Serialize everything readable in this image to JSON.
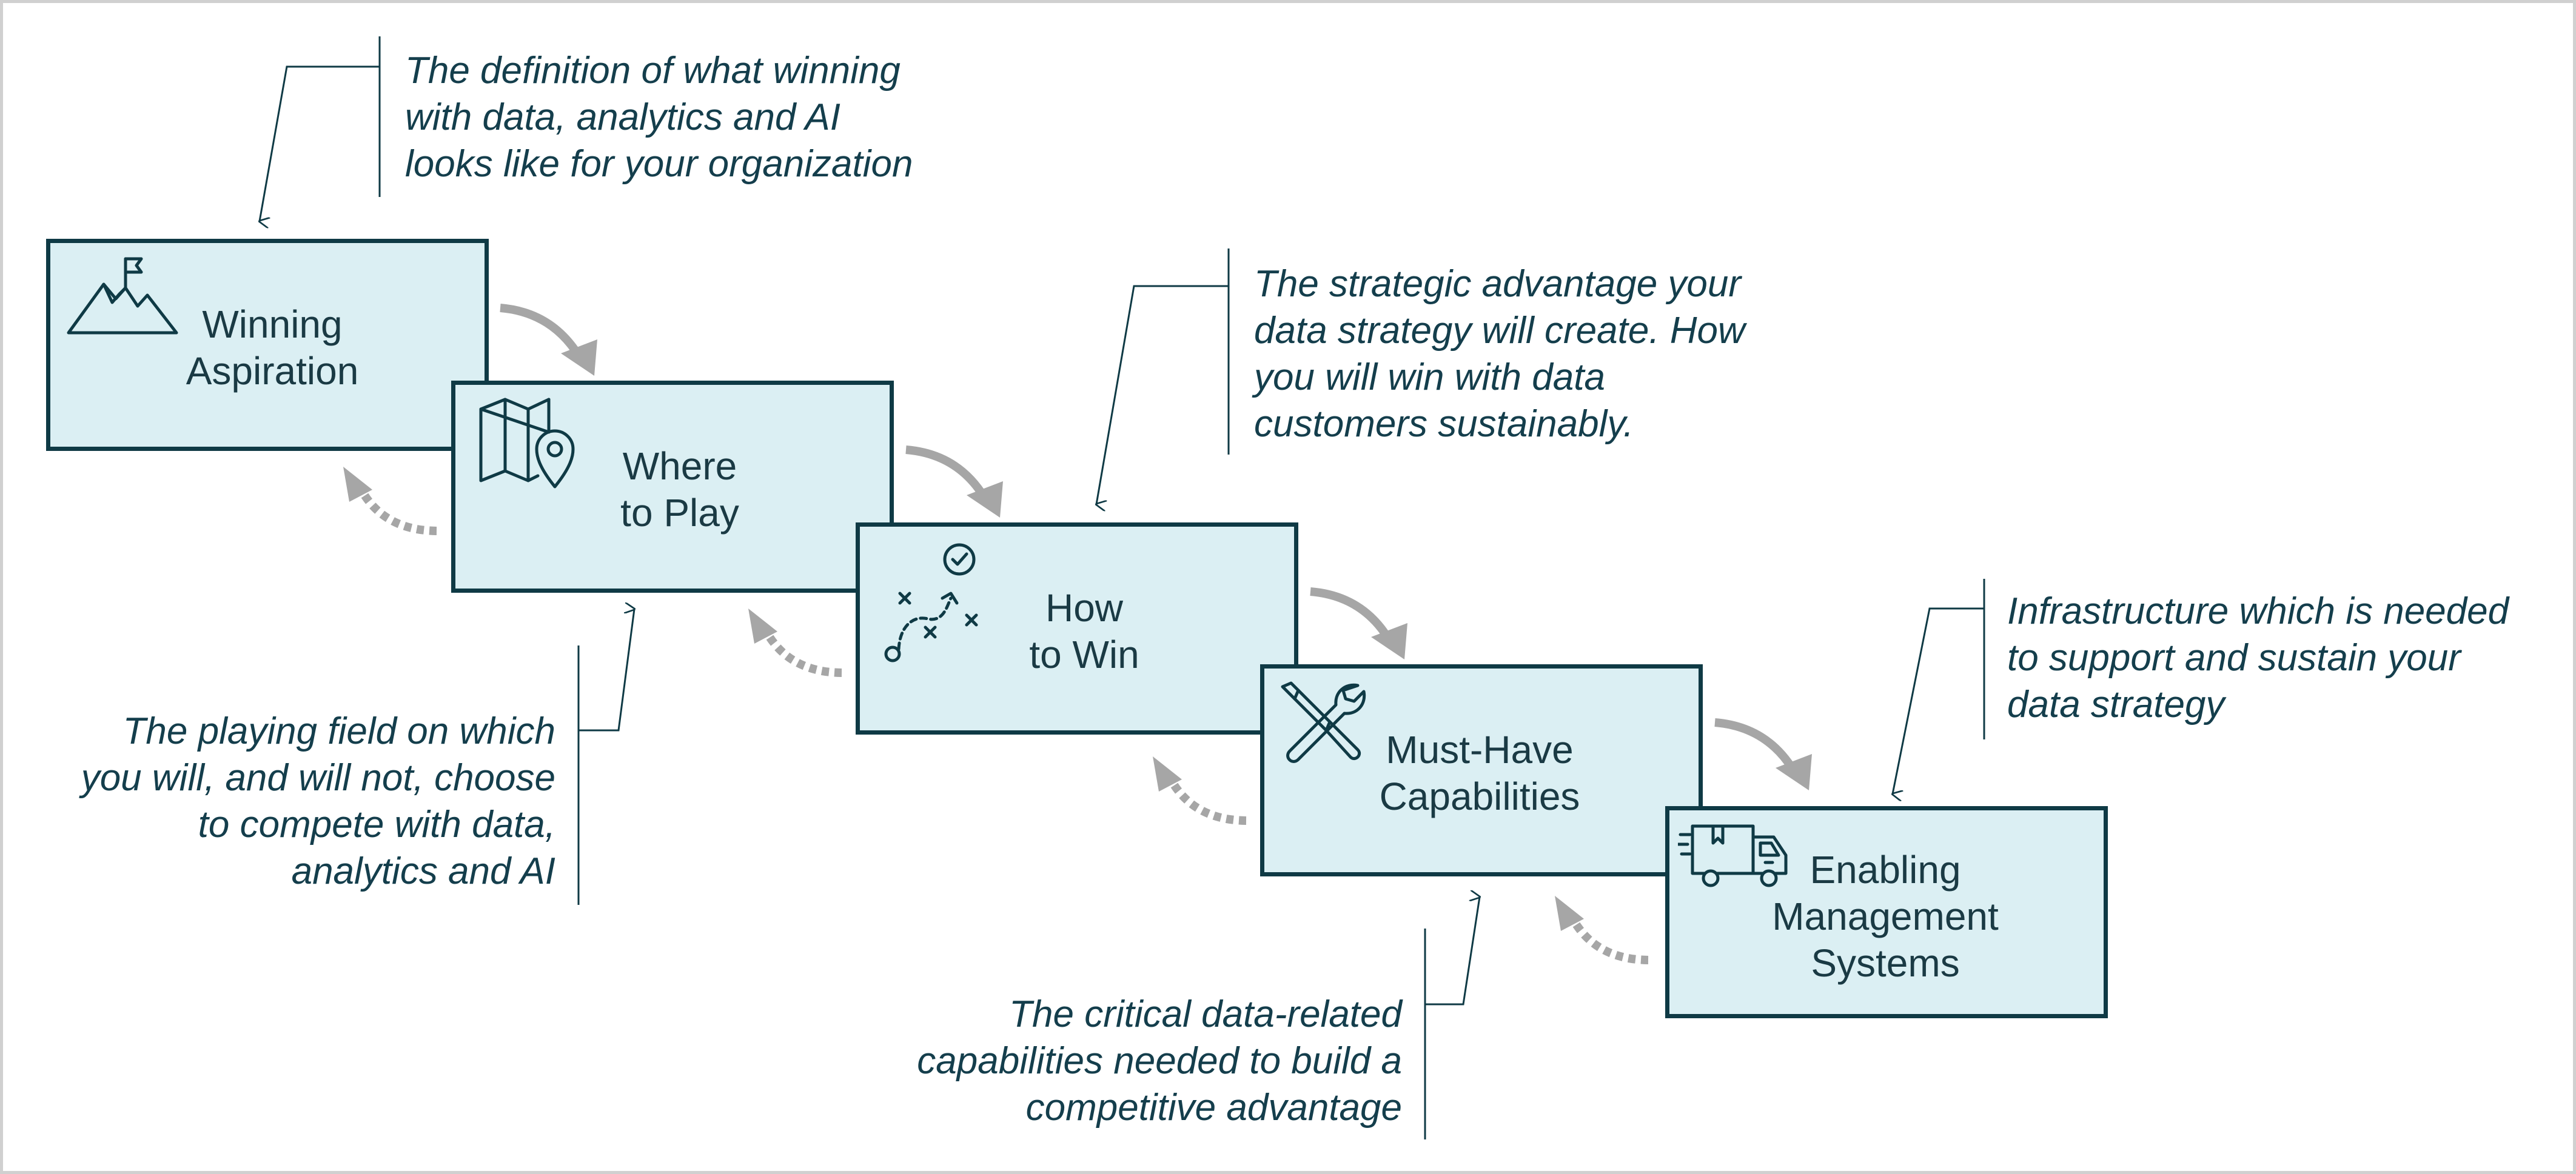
{
  "colors": {
    "box_fill": "#dbeff3",
    "box_border": "#0f3a45",
    "text": "#1a3a44",
    "note_text": "#143e4c",
    "connector_line": "#0f3a45",
    "forward_arrow": "#a6a6a6",
    "feedback_arrow": "#a6a6a6"
  },
  "steps": [
    {
      "label": "Winning\nAspiration",
      "icon": "mountain-flag-icon"
    },
    {
      "label": "Where\nto Play",
      "icon": "map-pin-icon"
    },
    {
      "label": "How\nto Win",
      "icon": "play-strategy-icon"
    },
    {
      "label": "Must-Have\nCapabilities",
      "icon": "wrench-screwdriver-icon"
    },
    {
      "label": "Enabling\nManagement\nSystems",
      "icon": "delivery-truck-icon"
    }
  ],
  "notes": {
    "winning_aspiration": "The definition of what winning\nwith data, analytics and AI\nlooks like for your organization",
    "where_to_play": "The playing field on which\nyou will, and will not, choose\nto compete with data,\nanalytics and AI",
    "how_to_win": "The strategic advantage your\ndata strategy will create. How\nyou will win with data\ncustomers sustainably.",
    "must_have_capabilities": "The critical data-related\ncapabilities needed to build a\ncompetitive advantage",
    "enabling_management_systems": "Infrastructure which is needed\nto support and sustain your\ndata strategy"
  }
}
